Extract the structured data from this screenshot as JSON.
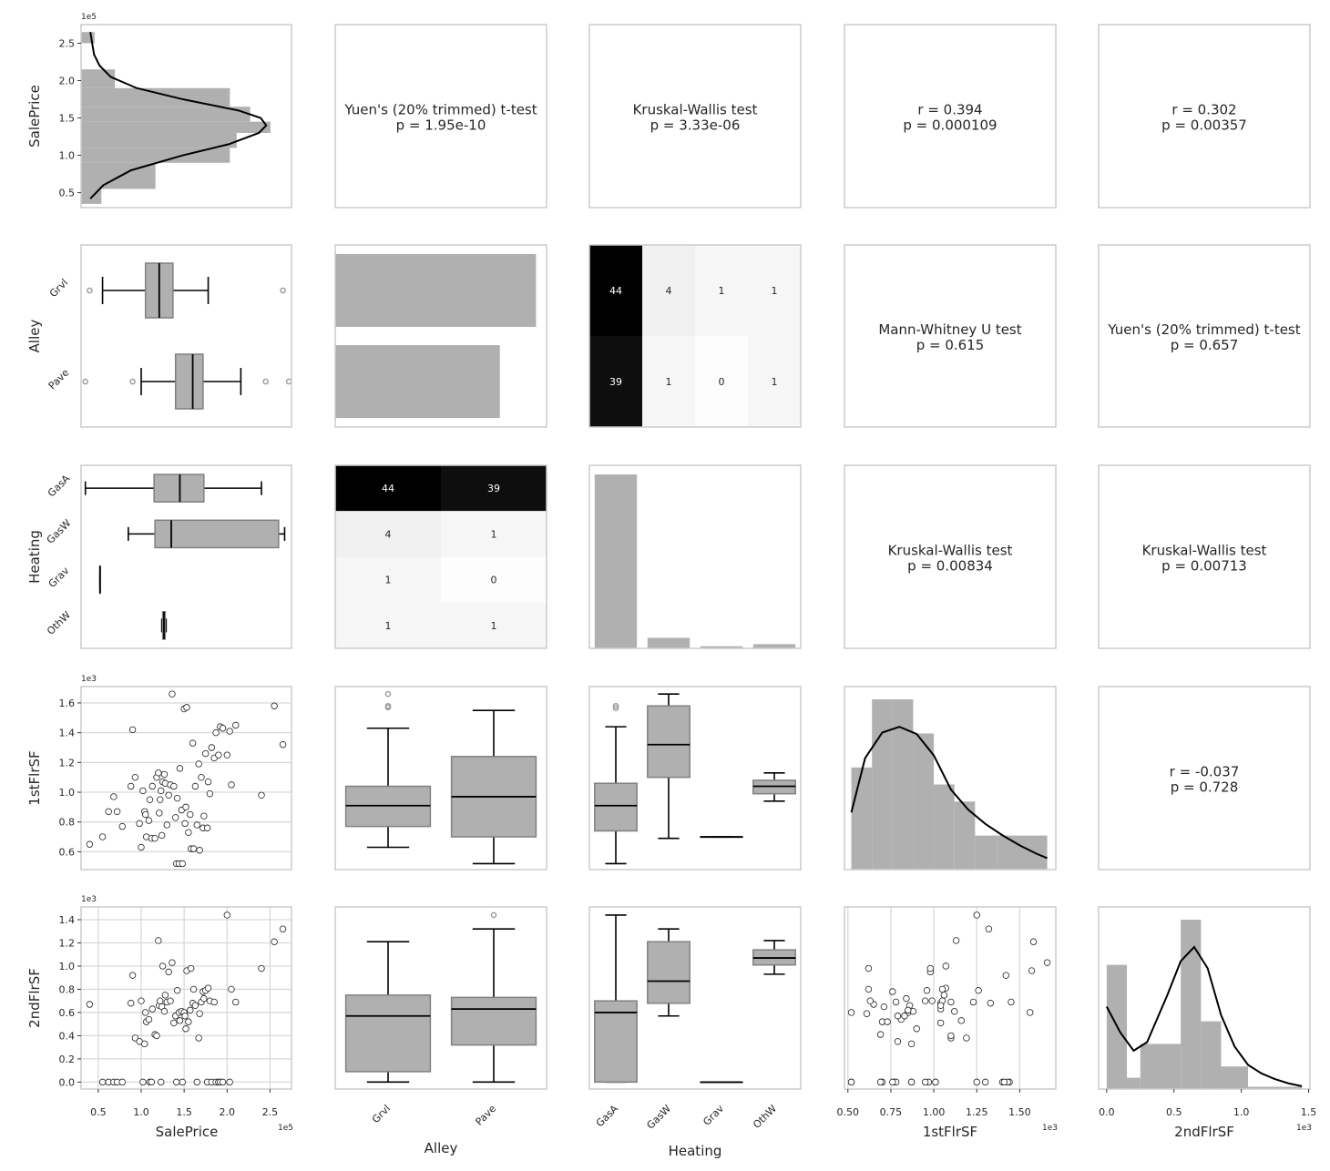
{
  "variables": [
    "SalePrice",
    "Alley",
    "Heating",
    "1stFlrSF",
    "2ndFlrSF"
  ],
  "chart_data": {
    "type": "pairplot",
    "variables": [
      {
        "name": "SalePrice",
        "kind": "numeric",
        "range": [
          30000,
          275000
        ],
        "ticks": [
          0.5,
          1.0,
          1.5,
          2.0,
          2.5
        ],
        "tick_labels": [
          "0.5",
          "1.0",
          "1.5",
          "2.0",
          "2.5"
        ],
        "scale_label": "1e5",
        "scale": 100000
      },
      {
        "name": "Alley",
        "kind": "categorical",
        "categories": [
          "Grvl",
          "Pave"
        ]
      },
      {
        "name": "Heating",
        "kind": "categorical",
        "categories": [
          "GasA",
          "GasW",
          "Grav",
          "OthW"
        ]
      },
      {
        "name": "1stFlrSF",
        "kind": "numeric",
        "range": [
          480,
          1710
        ],
        "ticks": [
          0.6,
          0.8,
          1.0,
          1.2,
          1.4,
          1.6
        ],
        "tick_labels": [
          "0.6",
          "0.8",
          "1.0",
          "1.2",
          "1.4",
          "1.6"
        ],
        "x_ticks": [
          0.5,
          0.75,
          1.0,
          1.25,
          1.5
        ],
        "x_tick_labels": [
          "0.50",
          "0.75",
          "1.00",
          "1.25",
          "1.50"
        ],
        "scale_label": "1e3",
        "scale": 1000
      },
      {
        "name": "2ndFlrSF",
        "kind": "numeric",
        "range": [
          -60,
          1510
        ],
        "ticks": [
          0,
          0.2,
          0.4,
          0.6,
          0.8,
          1.0,
          1.2,
          1.4
        ],
        "tick_labels": [
          "0.0",
          "0.2",
          "0.4",
          "0.6",
          "0.8",
          "1.0",
          "1.2",
          "1.4"
        ],
        "x_ticks": [
          0,
          0.5,
          1.0,
          1.5
        ],
        "x_tick_labels": [
          "0.0",
          "0.5",
          "1.0",
          "1.5"
        ],
        "scale_label": "1e3",
        "scale": 1000
      }
    ],
    "stat_tests": [
      {
        "row": 0,
        "col": 1,
        "test": "Yuen's (20% trimmed) t-test",
        "p": "p = 1.95e-10"
      },
      {
        "row": 0,
        "col": 2,
        "test": "Kruskal-Wallis test",
        "p": "p = 3.33e-06"
      },
      {
        "row": 0,
        "col": 3,
        "test": "r = 0.394",
        "p": "p = 0.000109"
      },
      {
        "row": 0,
        "col": 4,
        "test": "r = 0.302",
        "p": "p = 0.00357"
      },
      {
        "row": 1,
        "col": 3,
        "test": "Mann-Whitney U test",
        "p": "p = 0.615"
      },
      {
        "row": 1,
        "col": 4,
        "test": "Yuen's (20% trimmed) t-test",
        "p": "p = 0.657"
      },
      {
        "row": 2,
        "col": 3,
        "test": "Kruskal-Wallis test",
        "p": "p = 0.00834"
      },
      {
        "row": 2,
        "col": 4,
        "test": "Kruskal-Wallis test",
        "p": "p = 0.00713"
      },
      {
        "row": 3,
        "col": 4,
        "test": "r = -0.037",
        "p": "p = 0.728"
      }
    ],
    "crosstab": {
      "rows": [
        "Grvl",
        "Pave"
      ],
      "cols": [
        "GasA",
        "GasW",
        "Grav",
        "OthW"
      ],
      "counts": [
        [
          44,
          4,
          1,
          1
        ],
        [
          39,
          1,
          0,
          1
        ]
      ]
    },
    "alley_counts": {
      "Grvl": 50,
      "Pave": 41
    },
    "heating_counts": {
      "GasA": 83,
      "GasW": 5,
      "Grav": 1,
      "OthW": 2
    },
    "saleprice_hist": {
      "bins": [
        [
          35000,
          55000,
          3
        ],
        [
          55000,
          90000,
          11
        ],
        [
          90000,
          110000,
          22
        ],
        [
          110000,
          130000,
          23
        ],
        [
          130000,
          145000,
          28
        ],
        [
          145000,
          165000,
          25
        ],
        [
          165000,
          190000,
          22
        ],
        [
          190000,
          215000,
          5
        ],
        [
          215000,
          250000,
          0
        ],
        [
          250000,
          265000,
          2
        ]
      ],
      "kde": [
        [
          42000,
          0.05
        ],
        [
          60000,
          0.12
        ],
        [
          80000,
          0.27
        ],
        [
          100000,
          0.55
        ],
        [
          115000,
          0.8
        ],
        [
          130000,
          0.96
        ],
        [
          140000,
          1.0
        ],
        [
          150000,
          0.97
        ],
        [
          160000,
          0.85
        ],
        [
          175000,
          0.55
        ],
        [
          190000,
          0.3
        ],
        [
          205000,
          0.16
        ],
        [
          220000,
          0.1
        ],
        [
          235000,
          0.07
        ],
        [
          250000,
          0.06
        ],
        [
          265000,
          0.05
        ]
      ]
    },
    "firstflr_hist": {
      "bins": [
        [
          520,
          640,
          6
        ],
        [
          640,
          760,
          10
        ],
        [
          760,
          880,
          10
        ],
        [
          880,
          1000,
          8
        ],
        [
          1000,
          1120,
          5
        ],
        [
          1120,
          1240,
          4
        ],
        [
          1240,
          1370,
          2
        ],
        [
          1370,
          1660,
          2
        ]
      ],
      "kde": [
        [
          520,
          0.4
        ],
        [
          600,
          0.78
        ],
        [
          700,
          0.96
        ],
        [
          800,
          1.0
        ],
        [
          900,
          0.95
        ],
        [
          1000,
          0.8
        ],
        [
          1100,
          0.56
        ],
        [
          1200,
          0.42
        ],
        [
          1300,
          0.32
        ],
        [
          1400,
          0.24
        ],
        [
          1500,
          0.17
        ],
        [
          1600,
          0.11
        ],
        [
          1660,
          0.08
        ]
      ]
    },
    "secondflr_hist": {
      "bins": [
        [
          0,
          150,
          11
        ],
        [
          150,
          250,
          1
        ],
        [
          250,
          400,
          4
        ],
        [
          400,
          550,
          4
        ],
        [
          550,
          700,
          15
        ],
        [
          700,
          850,
          6
        ],
        [
          850,
          1050,
          2
        ],
        [
          1050,
          1450,
          0.2
        ]
      ],
      "kde": [
        [
          0,
          0.58
        ],
        [
          100,
          0.4
        ],
        [
          200,
          0.27
        ],
        [
          300,
          0.33
        ],
        [
          450,
          0.66
        ],
        [
          550,
          0.9
        ],
        [
          650,
          1.0
        ],
        [
          750,
          0.85
        ],
        [
          850,
          0.52
        ],
        [
          950,
          0.3
        ],
        [
          1050,
          0.17
        ],
        [
          1150,
          0.11
        ],
        [
          1250,
          0.07
        ],
        [
          1350,
          0.04
        ],
        [
          1450,
          0.02
        ]
      ]
    },
    "boxplots": {
      "saleprice_by_alley": [
        {
          "cat": "Grvl",
          "whislo": 55000,
          "q1": 105000,
          "med": 121000,
          "q3": 137000,
          "whishi": 178000,
          "fliers": [
            40000,
            265000
          ]
        },
        {
          "cat": "Pave",
          "whislo": 100000,
          "q1": 140000,
          "med": 160000,
          "q3": 172000,
          "whishi": 216000,
          "fliers": [
            35000,
            90000,
            245000,
            272000
          ]
        }
      ],
      "saleprice_by_heating": [
        {
          "cat": "GasA",
          "whislo": 35000,
          "q1": 115000,
          "med": 145000,
          "q3": 173000,
          "whishi": 240000,
          "fliers": []
        },
        {
          "cat": "GasW",
          "whislo": 85000,
          "q1": 116000,
          "med": 135000,
          "q3": 260000,
          "whishi": 267000,
          "fliers": []
        },
        {
          "cat": "Grav",
          "whislo": 52000,
          "q1": 52000,
          "med": 52000,
          "q3": 52000,
          "whishi": 52000,
          "fliers": []
        },
        {
          "cat": "OthW",
          "whislo": 124000,
          "q1": 125000,
          "med": 126500,
          "q3": 128000,
          "whishi": 129000,
          "fliers": []
        }
      ],
      "firstflr_by_alley": [
        {
          "cat": "Grvl",
          "whislo": 630,
          "q1": 770,
          "med": 910,
          "q3": 1040,
          "whishi": 1430,
          "fliers": [
            1570,
            1580,
            1660
          ]
        },
        {
          "cat": "Pave",
          "whislo": 520,
          "q1": 700,
          "med": 970,
          "q3": 1240,
          "whishi": 1550,
          "fliers": []
        }
      ],
      "firstflr_by_heating": [
        {
          "cat": "GasA",
          "whislo": 520,
          "q1": 740,
          "med": 910,
          "q3": 1060,
          "whishi": 1440,
          "fliers": [
            1565,
            1580
          ]
        },
        {
          "cat": "GasW",
          "whislo": 690,
          "q1": 1100,
          "med": 1320,
          "q3": 1580,
          "whishi": 1660,
          "fliers": []
        },
        {
          "cat": "Grav",
          "whislo": 700,
          "q1": 700,
          "med": 700,
          "q3": 700,
          "whishi": 700,
          "fliers": []
        },
        {
          "cat": "OthW",
          "whislo": 940,
          "q1": 990,
          "med": 1040,
          "q3": 1080,
          "whishi": 1130,
          "fliers": []
        }
      ],
      "secondflr_by_alley": [
        {
          "cat": "Grvl",
          "whislo": 0,
          "q1": 90,
          "med": 570,
          "q3": 750,
          "whishi": 1210,
          "fliers": []
        },
        {
          "cat": "Pave",
          "whislo": 0,
          "q1": 320,
          "med": 630,
          "q3": 730,
          "whishi": 1320,
          "fliers": [
            1440
          ]
        }
      ],
      "secondflr_by_heating": [
        {
          "cat": "GasA",
          "whislo": 0,
          "q1": 0,
          "med": 600,
          "q3": 700,
          "whishi": 1440,
          "fliers": []
        },
        {
          "cat": "GasW",
          "whislo": 570,
          "q1": 680,
          "med": 870,
          "q3": 1210,
          "whishi": 1320,
          "fliers": []
        },
        {
          "cat": "Grav",
          "whislo": 0,
          "q1": 0,
          "med": 0,
          "q3": 0,
          "whishi": 0,
          "fliers": []
        },
        {
          "cat": "OthW",
          "whislo": 930,
          "q1": 1010,
          "med": 1070,
          "q3": 1140,
          "whishi": 1220,
          "fliers": []
        }
      ]
    },
    "points": [
      [
        40000,
        650,
        670
      ],
      [
        55000,
        700,
        0
      ],
      [
        62000,
        870,
        0
      ],
      [
        68000,
        970,
        0
      ],
      [
        72000,
        870,
        0
      ],
      [
        78000,
        770,
        0
      ],
      [
        90000,
        1420,
        920
      ],
      [
        88000,
        1040,
        680
      ],
      [
        93000,
        1100,
        380
      ],
      [
        98000,
        790,
        350
      ],
      [
        100000,
        630,
        700
      ],
      [
        102000,
        1010,
        0
      ],
      [
        104000,
        870,
        330
      ],
      [
        105000,
        850,
        600
      ],
      [
        106000,
        700,
        520
      ],
      [
        109000,
        810,
        540
      ],
      [
        110000,
        950,
        0
      ],
      [
        112000,
        690,
        0
      ],
      [
        113000,
        1040,
        630
      ],
      [
        116000,
        690,
        410
      ],
      [
        118000,
        1100,
        400
      ],
      [
        120000,
        1130,
        1220
      ],
      [
        121000,
        860,
        660
      ],
      [
        122000,
        950,
        700
      ],
      [
        123000,
        1010,
        0
      ],
      [
        124000,
        710,
        650
      ],
      [
        125000,
        1070,
        1000
      ],
      [
        127000,
        1120,
        610
      ],
      [
        128000,
        1060,
        750
      ],
      [
        130000,
        780,
        690
      ],
      [
        132000,
        980,
        950
      ],
      [
        134000,
        1050,
        700
      ],
      [
        136000,
        1660,
        1030
      ],
      [
        138000,
        1040,
        510
      ],
      [
        140000,
        830,
        570
      ],
      [
        141000,
        520,
        0
      ],
      [
        142000,
        960,
        790
      ],
      [
        144000,
        520,
        600
      ],
      [
        145000,
        1160,
        530
      ],
      [
        147000,
        880,
        610
      ],
      [
        148000,
        520,
        0
      ],
      [
        150000,
        1560,
        600
      ],
      [
        151000,
        790,
        570
      ],
      [
        152000,
        900,
        460
      ],
      [
        153000,
        1570,
        960
      ],
      [
        155000,
        730,
        520
      ],
      [
        157000,
        850,
        620
      ],
      [
        158000,
        620,
        980
      ],
      [
        160000,
        1330,
        680
      ],
      [
        161000,
        620,
        800
      ],
      [
        163000,
        1040,
        660
      ],
      [
        165000,
        780,
        0
      ],
      [
        167000,
        1190,
        380
      ],
      [
        168000,
        610,
        590
      ],
      [
        170000,
        1100,
        690
      ],
      [
        172000,
        760,
        780
      ],
      [
        173000,
        840,
        720
      ],
      [
        175000,
        1260,
        790
      ],
      [
        177000,
        760,
        0
      ],
      [
        178000,
        1070,
        810
      ],
      [
        180000,
        990,
        700
      ],
      [
        182000,
        1300,
        0
      ],
      [
        185000,
        1230,
        690
      ],
      [
        187000,
        1400,
        0
      ],
      [
        190000,
        1250,
        0
      ],
      [
        192000,
        1440,
        0
      ],
      [
        195000,
        1430,
        0
      ],
      [
        200000,
        1250,
        1440
      ],
      [
        203000,
        1410,
        0
      ],
      [
        205000,
        1050,
        800
      ],
      [
        210000,
        1450,
        690
      ],
      [
        240000,
        980,
        980
      ],
      [
        255000,
        1580,
        1210
      ],
      [
        265000,
        1320,
        1320
      ]
    ]
  }
}
